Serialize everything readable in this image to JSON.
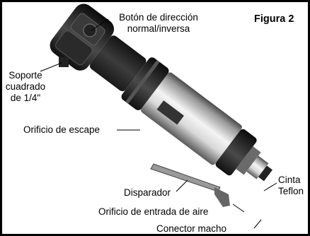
{
  "figure_label": "Figura 2",
  "labels": {
    "direction_button": [
      "Botón de dirección",
      "normal/inversa"
    ],
    "square_drive": [
      "Soporte",
      "cuadrado",
      "de 1/4\""
    ],
    "exhaust": "Orificio de escape",
    "trigger": "Disparador",
    "teflon_tape": [
      "Cinta",
      "Teflon"
    ],
    "air_inlet": "Orificio de entrada de aire",
    "male_connector": "Conector macho"
  }
}
